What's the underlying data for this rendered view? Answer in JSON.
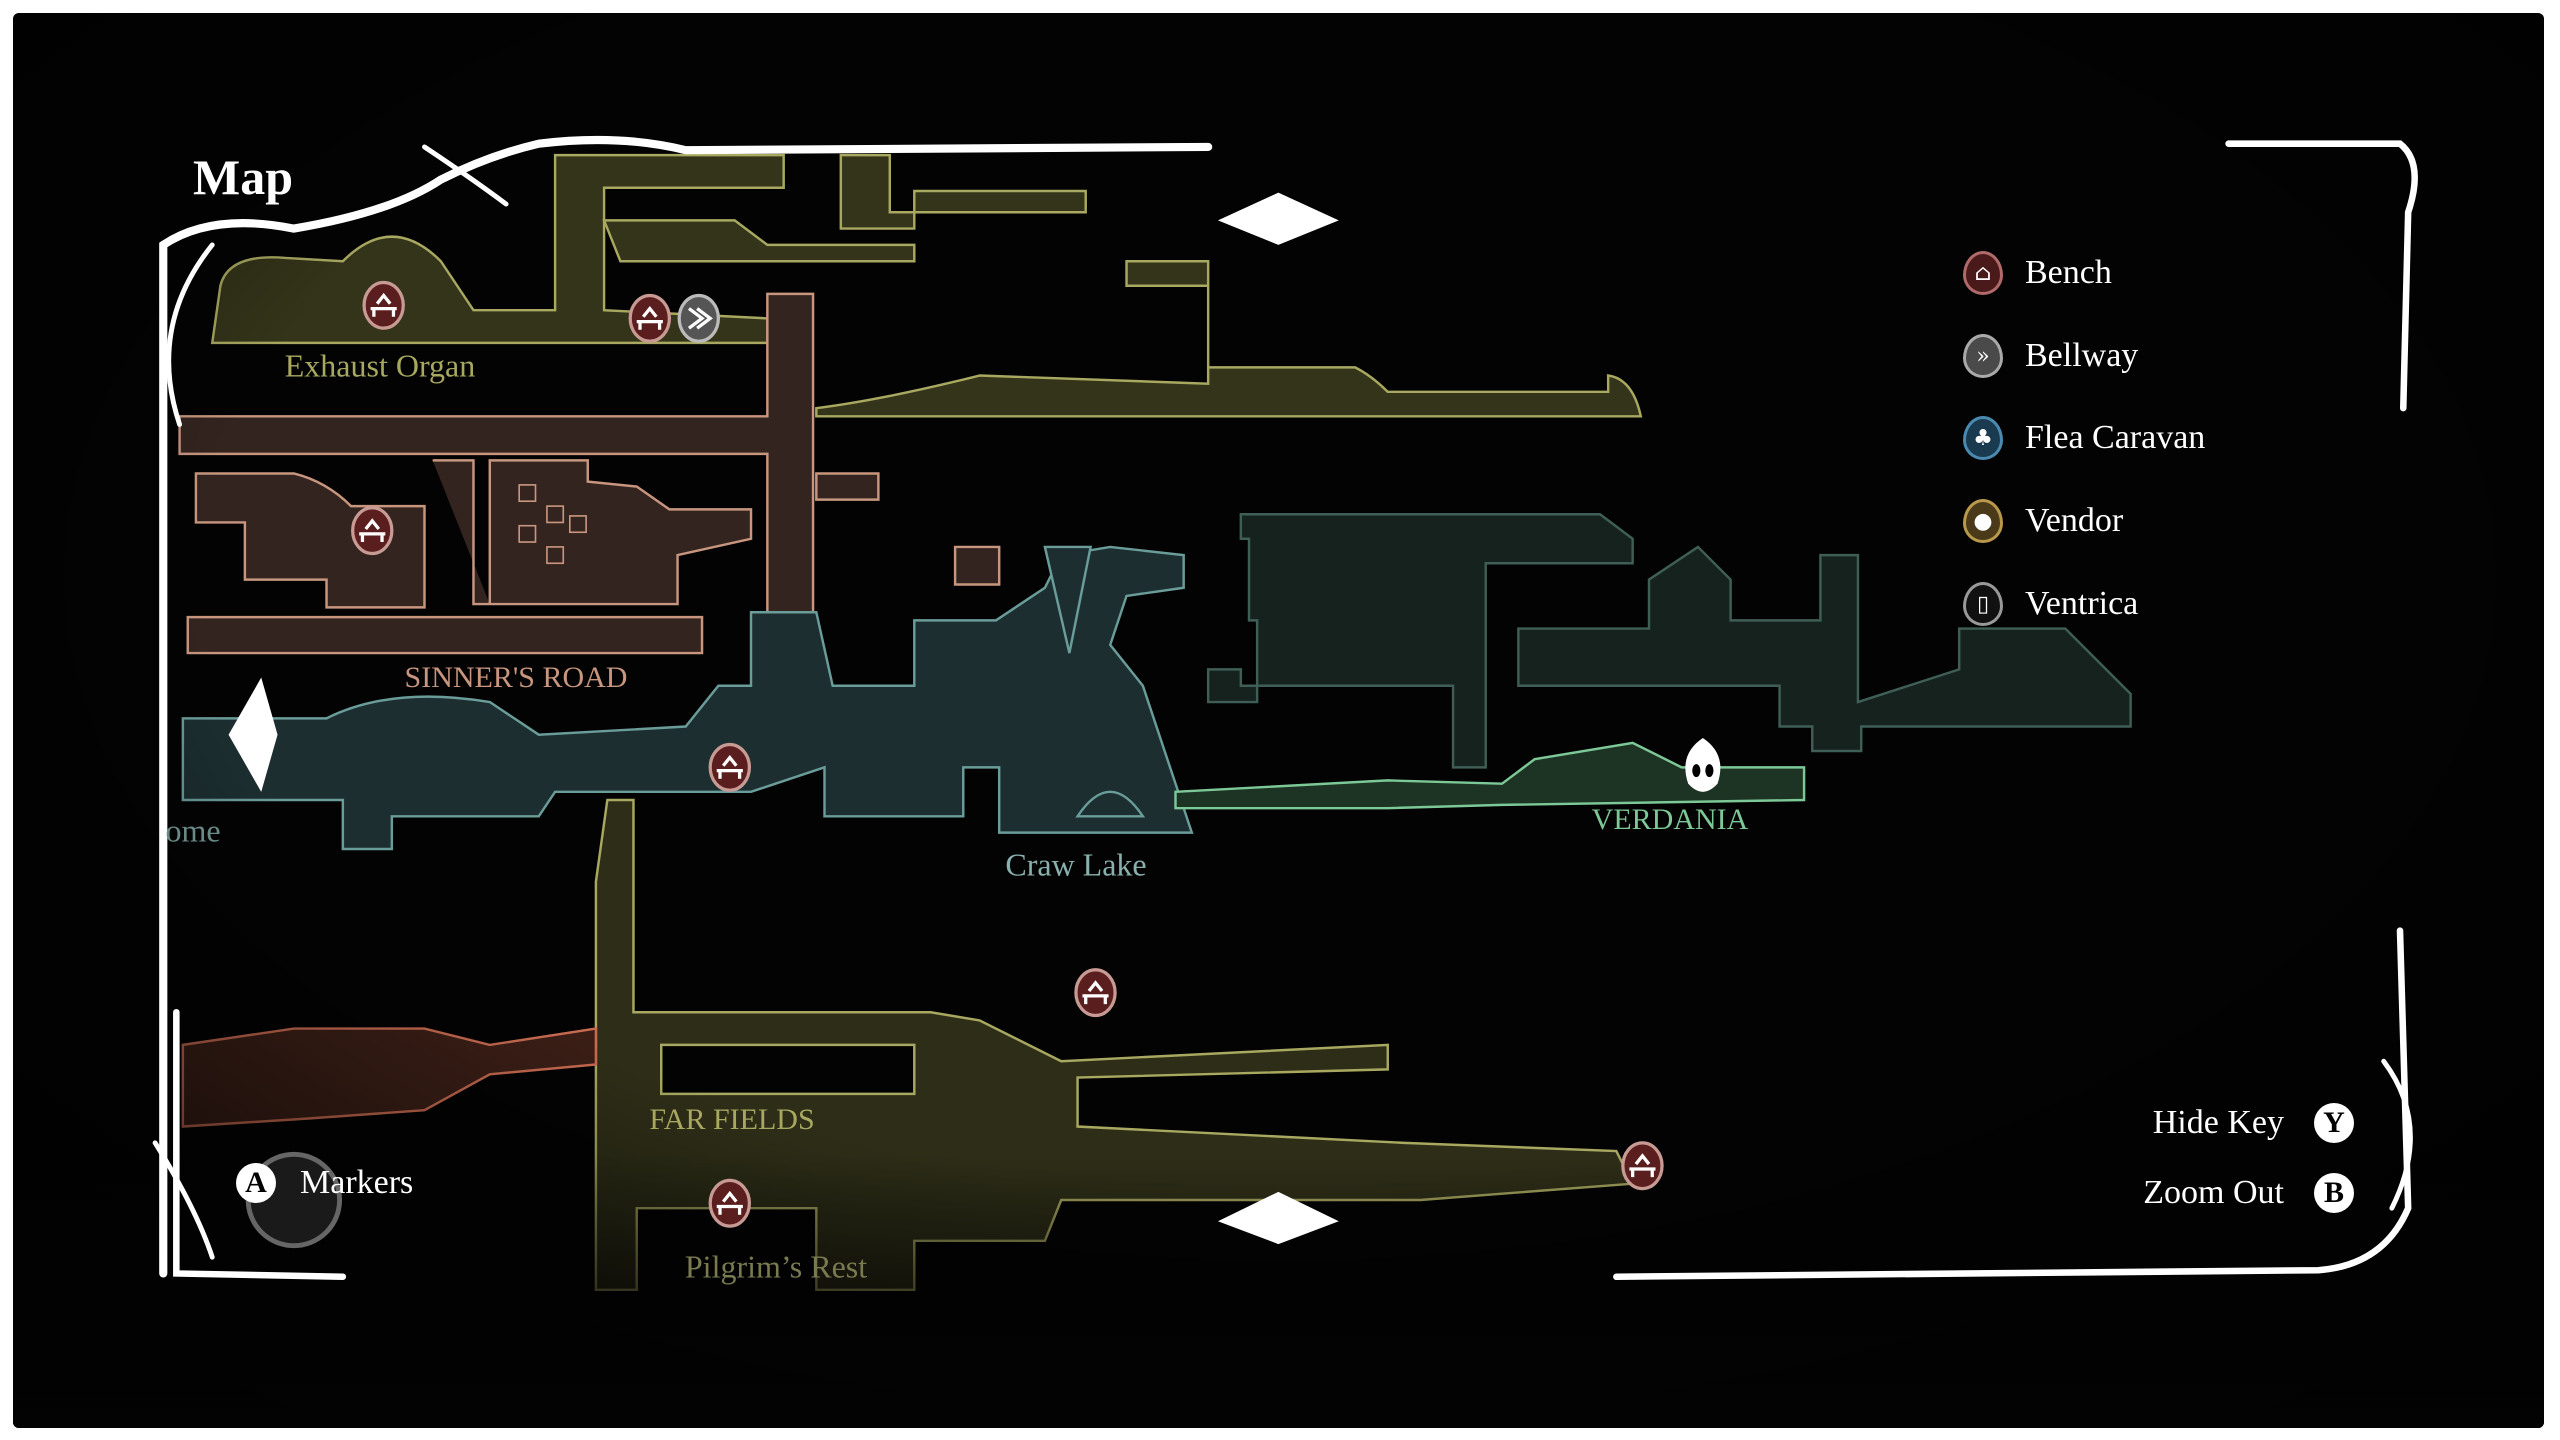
{
  "header": {
    "title": "Map"
  },
  "regions": {
    "exhaust_organ": "Exhaust Organ",
    "sinners_road": "SINNER'S ROAD",
    "craw_lake": "Craw Lake",
    "verdania": "VERDANIA",
    "far_fields": "FAR FIELDS",
    "pilgrims_rest": "Pilgrim’s Rest",
    "partial_left": "ome"
  },
  "legend": {
    "items": [
      {
        "label": "Bench",
        "icon": "bench-icon",
        "color": "#8a3a3a"
      },
      {
        "label": "Bellway",
        "icon": "bellway-icon",
        "color": "#8a8a8a"
      },
      {
        "label": "Flea Caravan",
        "icon": "flea-caravan-icon",
        "color": "#3a7aa0"
      },
      {
        "label": "Vendor",
        "icon": "vendor-icon",
        "color": "#a8883a"
      },
      {
        "label": "Ventrica",
        "icon": "ventrica-icon",
        "color": "#9a9a9a"
      }
    ]
  },
  "controls": {
    "hide_key": {
      "label": "Hide Key",
      "button": "Y"
    },
    "zoom_out": {
      "label": "Zoom Out",
      "button": "B"
    },
    "markers": {
      "label": "Markers",
      "button": "A"
    }
  },
  "colors": {
    "olive": "#a8a860",
    "brown": "#c8967e",
    "teal": "#6a9c9a",
    "verdania": "#7cc896",
    "bench": "#6a2424"
  }
}
